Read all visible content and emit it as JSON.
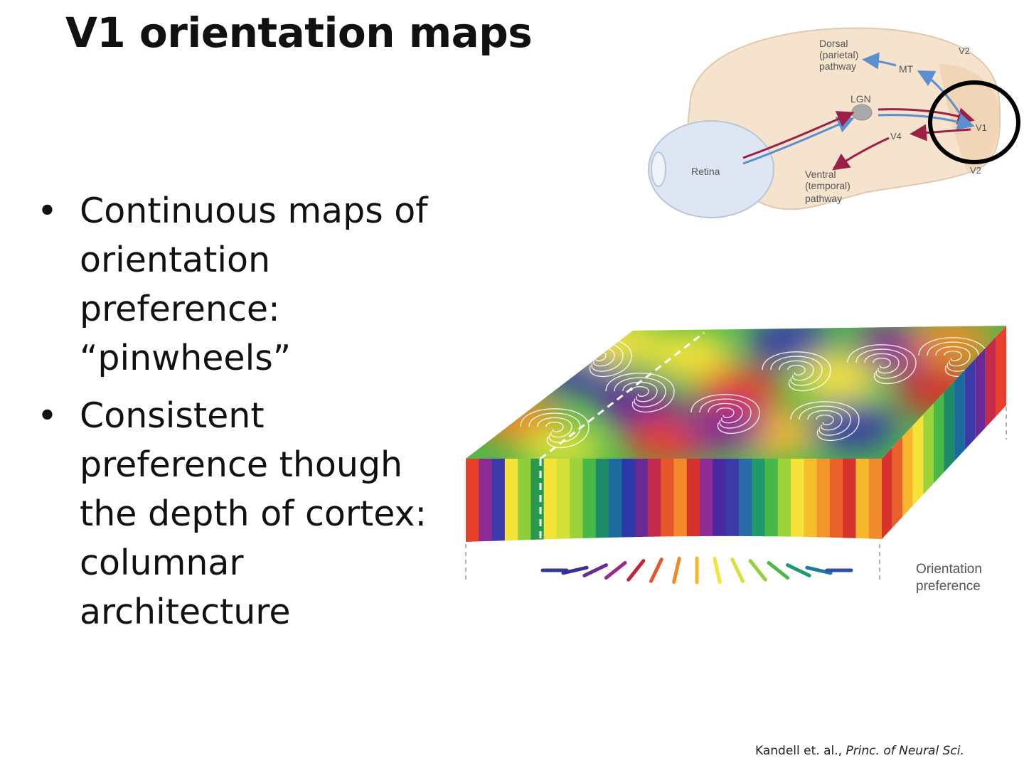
{
  "slide": {
    "title": "V1 orientation maps",
    "bullets": [
      {
        "text": "Continuous maps of orientation preference: “pinwheels”"
      },
      {
        "text": "Consistent preference though the depth of cortex: columnar architecture"
      }
    ],
    "citation": {
      "authors": "Kandell et. al., ",
      "source": "Princ. of Neural Sci."
    }
  },
  "brain_diagram": {
    "labels": {
      "dorsal_1": "Dorsal",
      "dorsal_2": "(parietal)",
      "dorsal_3": "pathway",
      "mt": "MT",
      "v2_top": "V2",
      "lgn": "LGN",
      "v1": "V1",
      "v4": "V4",
      "retina": "Retina",
      "ventral_1": "Ventral",
      "ventral_2": "(temporal)",
      "ventral_3": "pathway",
      "v2_bottom": "V2"
    },
    "colors": {
      "dorsal_arrow": "#5b8fcf",
      "ventral_arrow": "#9c1f45",
      "brain": "#f6e3cd",
      "eye": "#dde6f2",
      "highlight": "#000000"
    }
  },
  "cortex_block": {
    "legend_1": "Orientation",
    "legend_2": "preference",
    "legend_bar_colors": [
      "#2b3a9c",
      "#3a2f9a",
      "#6a2b96",
      "#9b2a8e",
      "#c42335",
      "#e8552a",
      "#f08a2a",
      "#f4b82a",
      "#f5e33a",
      "#d5e23a",
      "#96d03a",
      "#4cb84a",
      "#1f9a6a",
      "#1a7aa0",
      "#2b4fb0"
    ],
    "stripe_colors": [
      "#e8402a",
      "#8c2a96",
      "#3a3aa8",
      "#f5e33a",
      "#8ccf3a",
      "#2a9a4a",
      "#f5e33a",
      "#d4e03a",
      "#9cd23a",
      "#48b848",
      "#1f8a6a",
      "#1a6aa0",
      "#2a3aa8",
      "#6a2a96",
      "#c42a4a",
      "#e8552a",
      "#f08a2a",
      "#d4322a",
      "#8c2a96",
      "#4a2aa0",
      "#3a3aa8",
      "#2a6aa8",
      "#1f9a6a",
      "#48b848",
      "#9cd23a",
      "#f5e33a",
      "#f4c02a",
      "#f0962a",
      "#e8602a",
      "#d4322a",
      "#f4b82a",
      "#f08a2a"
    ],
    "side_colors": [
      "#d4322a",
      "#e8602a",
      "#f4b82a",
      "#f5e33a",
      "#9cd23a",
      "#48b848",
      "#1f8a6a",
      "#1a6aa0",
      "#3a3aa8",
      "#6a2a96",
      "#c42a4a",
      "#e8402a"
    ],
    "map_patches": [
      {
        "c": "#f0802a"
      },
      {
        "c": "#3a3aa8"
      },
      {
        "c": "#6a2a96"
      },
      {
        "c": "#f5e33a"
      },
      {
        "c": "#e8402a"
      },
      {
        "c": "#3a3aa8"
      },
      {
        "c": "#f5e33a"
      },
      {
        "c": "#8c2a96"
      },
      {
        "c": "#f08a2a"
      },
      {
        "c": "#d4e03a"
      },
      {
        "c": "#e8402a"
      },
      {
        "c": "#f4b82a"
      },
      {
        "c": "#3a3aa8"
      },
      {
        "c": "#d4322a"
      },
      {
        "c": "#f5e33a"
      },
      {
        "c": "#8c2a96"
      }
    ]
  }
}
